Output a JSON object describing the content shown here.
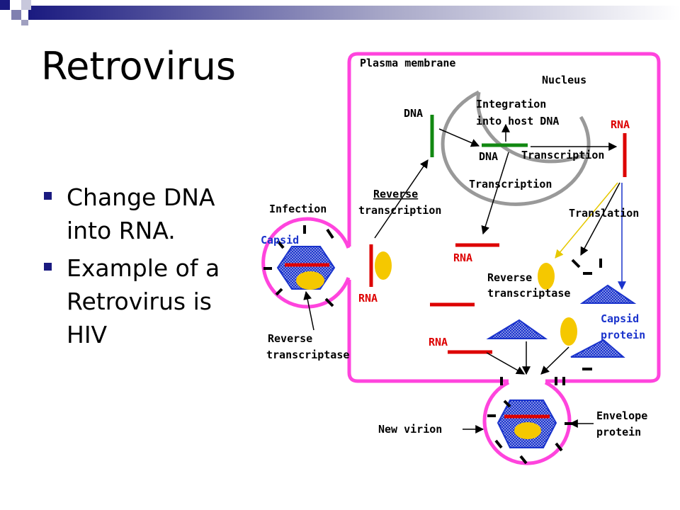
{
  "slide": {
    "title": "Retrovirus",
    "bullets": [
      {
        "text": "Change DNA\ninto RNA."
      },
      {
        "text": "Example of a\nRetrovirus is\nHIV"
      }
    ]
  },
  "diagram": {
    "labels": {
      "plasma_membrane": "Plasma membrane",
      "nucleus": "Nucleus",
      "integration_1": "Integration",
      "integration_2": "into host DNA",
      "dna_top": "DNA",
      "dna_inner": "DNA",
      "transcription_right": "Transcription",
      "transcription_inner": "Transcription",
      "rna_right": "RNA",
      "reverse_1": "Reverse",
      "reverse_2": "transcription",
      "translation": "Translation",
      "infection": "Infection",
      "capsid": "Capsid",
      "rna_left": "RNA",
      "rna_mid": "RNA",
      "rt_mid_1": "Reverse",
      "rt_mid_2": "transcriptase",
      "capsid_protein_1": "Capsid",
      "capsid_protein_2": "protein",
      "rna_bottom": "RNA",
      "rt_bottom_1": "Reverse",
      "rt_bottom_2": "transcriptase",
      "new_virion": "New virion",
      "envelope_1": "Envelope",
      "envelope_2": "protein"
    },
    "colors": {
      "membrane": "#ff44dd",
      "nucleus": "#999999",
      "dna": "#118811",
      "rna": "#dd0000",
      "capsid": "#1a33cc",
      "enzyme": "#f5c800",
      "arrow": "#000000",
      "translation_blue": "#1a33cc",
      "translation_yellow": "#e6c800"
    }
  }
}
